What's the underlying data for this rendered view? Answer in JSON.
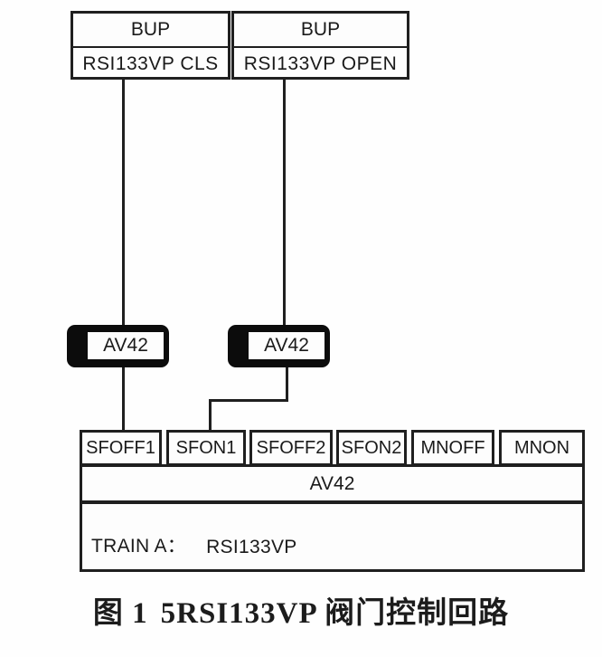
{
  "diagram": {
    "bup_left": {
      "line1": "BUP",
      "line2": "RSI133VP CLS"
    },
    "bup_right": {
      "line1": "BUP",
      "line2": "RSI133VP OPEN"
    },
    "av42_left_label": "AV42",
    "av42_right_label": "AV42",
    "io_cells": [
      "SFOFF1",
      "SFON1",
      "SFOFF2",
      "SFON2",
      "MNOFF",
      "MNON"
    ],
    "module_row_label": "AV42",
    "train": {
      "label": "TRAIN A：",
      "value": "RSI133VP"
    }
  },
  "caption": {
    "figure_no": "图 1",
    "title": "5RSI133VP 阀门控制回路"
  },
  "colors": {
    "line": "#1f1f1f",
    "text": "#1a1a1a",
    "background": "#fefefe",
    "block_fill": "#0c0c0c"
  }
}
